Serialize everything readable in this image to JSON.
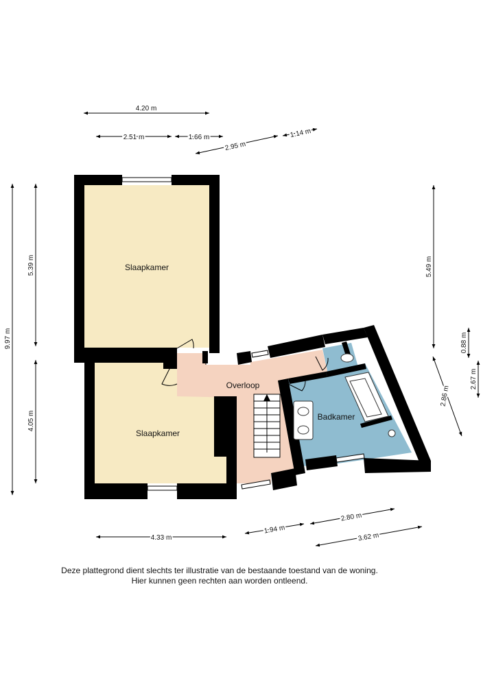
{
  "rooms": {
    "slaapkamer_top": "Slaapkamer",
    "slaapkamer_bottom": "Slaapkamer",
    "overloop": "Overloop",
    "badkamer": "Badkamer"
  },
  "dimensions": {
    "top_width": "4.20 m",
    "top_left": "2.51 m",
    "top_mid": "1.66 m",
    "top_diag": "2.95 m",
    "top_diag_small": "1.14 m",
    "left_total": "9.97 m",
    "left_upper": "5.39 m",
    "left_lower": "4.05 m",
    "right_upper": "5.49 m",
    "right_small": "0.88 m",
    "right_diag_a": "2.86 m",
    "right_diag_b": "2.67 m",
    "bottom_left": "4.33 m",
    "bottom_mid": "1.94 m",
    "bottom_diag_a": "2.80 m",
    "bottom_diag_b": "3.62 m"
  },
  "disclaimer": {
    "line1": "Deze plattegrond dient slechts ter illustratie van de bestaande toestand van de woning.",
    "line2": "Hier kunnen geen rechten aan worden ontleend."
  },
  "colors": {
    "bedroom": "#f7eac3",
    "landing": "#f5d3c0",
    "bathroom": "#8fbcd0",
    "wall": "#000000"
  }
}
